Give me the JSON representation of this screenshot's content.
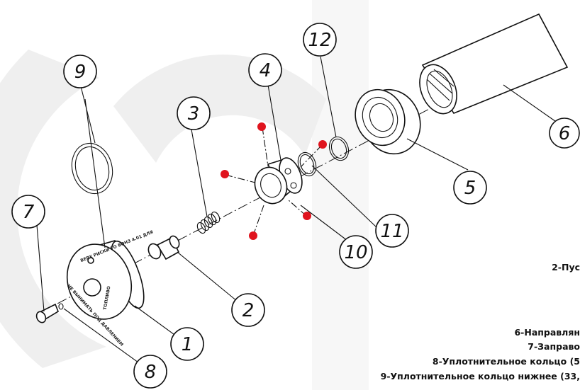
{
  "watermark_color": "#efefef",
  "accent_dot_color": "#e0141e",
  "callouts": [
    "1",
    "2",
    "3",
    "4",
    "5",
    "6",
    "7",
    "8",
    "9",
    "10",
    "11",
    "12"
  ],
  "legend": [
    "2-Пус",
    "6-Направлян",
    "7-Заправо",
    "8-Уплотнительное кольцо (5",
    "9-Уплотнительное кольцо нижнее (33,"
  ],
  "stamp": {
    "top": "ВЕРХ РИСКИ ТО ВОНЗ 4.01 ДЛЯ",
    "bottom": "НЕ ВЫНИМАТЬ ПОД ДАВЛЕНИЕМ",
    "side": "ТОПЛИВО"
  }
}
